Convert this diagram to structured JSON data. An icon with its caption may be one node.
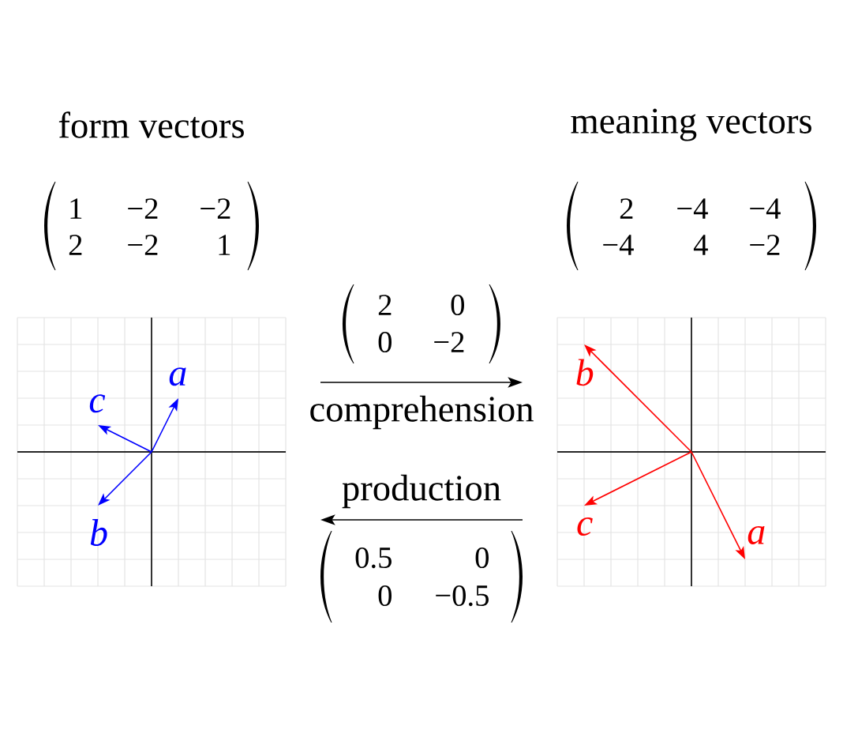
{
  "diagram": {
    "nodes": [
      {
        "text": [],
        "shape": "picture"
      },
      {
        "text": [],
        "shape": "picture"
      }
    ],
    "edges": [
      {
        "from": 0,
        "to": 1,
        "arrow": "to",
        "label": "comprehension"
      },
      {
        "from": 1,
        "to": 0,
        "arrow": "to",
        "label": "production"
      }
    ],
    "labels": [
      "form vectors",
      "meaning vectors",
      "1",
      "−2",
      "−2",
      "2",
      "−2",
      "1",
      "2",
      "−4",
      "−4",
      "−4",
      "4",
      "−2",
      "2",
      "0",
      "0",
      "−2",
      "a",
      "c",
      "b",
      "b",
      "c",
      "a",
      "0.5",
      "0",
      "0",
      "−0.5"
    ]
  }
}
